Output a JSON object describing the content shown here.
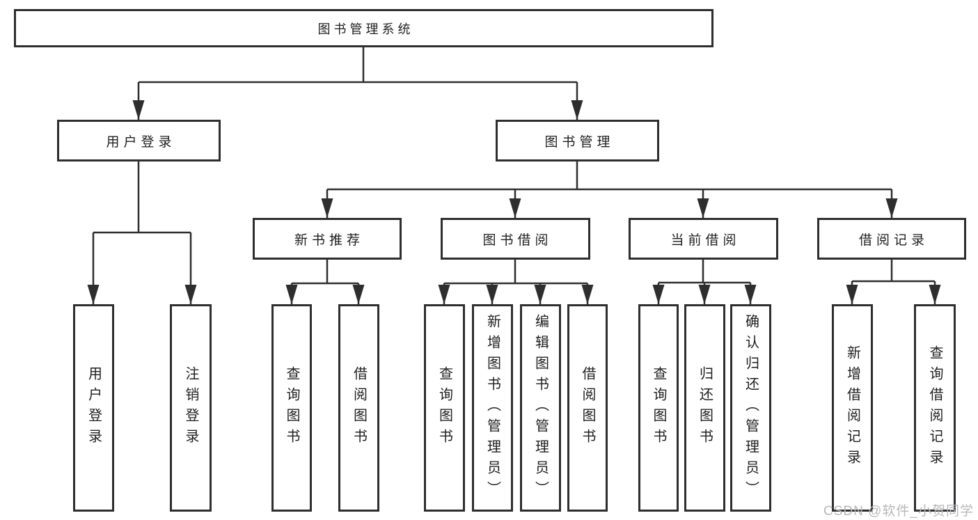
{
  "diagram": {
    "type": "hierarchy-chart",
    "root": {
      "label": "图书管理系统",
      "children": [
        {
          "label": "用户登录",
          "children": [
            {
              "label": "用户登录"
            },
            {
              "label": "注销登录"
            }
          ]
        },
        {
          "label": "图书管理",
          "children": [
            {
              "label": "新书推荐",
              "children": [
                {
                  "label": "查询图书"
                },
                {
                  "label": "借阅图书"
                }
              ]
            },
            {
              "label": "图书借阅",
              "children": [
                {
                  "label": "查询图书"
                },
                {
                  "label": "新增图书（管理员）"
                },
                {
                  "label": "编辑图书（管理员）"
                },
                {
                  "label": "借阅图书"
                }
              ]
            },
            {
              "label": "当前借阅",
              "children": [
                {
                  "label": "查询图书"
                },
                {
                  "label": "归还图书"
                },
                {
                  "label": "确认归还（管理员）"
                }
              ]
            },
            {
              "label": "借阅记录",
              "children": [
                {
                  "label": "新增借阅记录"
                },
                {
                  "label": "查询借阅记录"
                }
              ]
            }
          ]
        }
      ]
    }
  },
  "watermark": "CSDN @软件_小贺同学",
  "colors": {
    "line": "#2e2e2e",
    "box_border": "#2e2e2e",
    "text": "#1f1f1f",
    "watermark": "#b5b8bc",
    "background": "#ffffff"
  }
}
